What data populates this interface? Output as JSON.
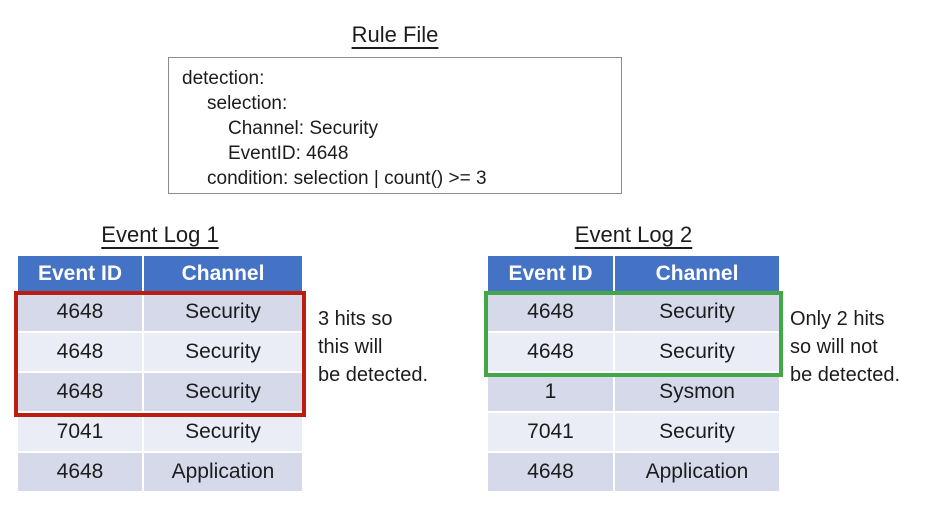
{
  "colors": {
    "header_bg": "#4472C4",
    "row_dark": "#D5D9EA",
    "row_light": "#EBEDF6",
    "highlight_red": "#BB1E10",
    "highlight_green": "#43A647",
    "box_border": "#8C8C8C"
  },
  "rule_file": {
    "title": "Rule File",
    "lines": [
      "detection:",
      "selection:",
      "Channel: Security",
      "EventID: 4648",
      "condition: selection | count() >= 3"
    ]
  },
  "event_log_1": {
    "title": "Event Log 1",
    "columns": [
      "Event ID",
      "Channel"
    ],
    "rows": [
      [
        "4648",
        "Security"
      ],
      [
        "4648",
        "Security"
      ],
      [
        "4648",
        "Security"
      ],
      [
        "7041",
        "Security"
      ],
      [
        "4648",
        "Application"
      ]
    ],
    "annotation": "3 hits so\nthis will\nbe detected."
  },
  "event_log_2": {
    "title": "Event Log 2",
    "columns": [
      "Event ID",
      "Channel"
    ],
    "rows": [
      [
        "4648",
        "Security"
      ],
      [
        "4648",
        "Security"
      ],
      [
        "1",
        "Sysmon"
      ],
      [
        "7041",
        "Security"
      ],
      [
        "4648",
        "Application"
      ]
    ],
    "annotation": "Only 2 hits\nso will not\nbe detected."
  }
}
